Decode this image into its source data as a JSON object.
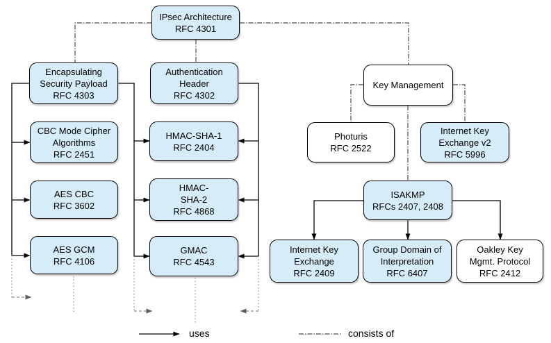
{
  "diagram": {
    "title": "IPsec Architecture RFC relationships",
    "nodes": {
      "ipsec": {
        "label": [
          "IPsec Architecture",
          "RFC 4301"
        ],
        "fill": "highlight"
      },
      "esp": {
        "label": [
          "Encapsulating",
          "Security Payload",
          "RFC 4303"
        ],
        "fill": "highlight"
      },
      "ah": {
        "label": [
          "Authentication",
          "Header",
          "RFC 4302"
        ],
        "fill": "highlight"
      },
      "cbc": {
        "label": [
          "CBC Mode Cipher",
          "Algorithms",
          "RFC 2451"
        ],
        "fill": "highlight"
      },
      "aescbc": {
        "label": [
          "AES CBC",
          "RFC 3602"
        ],
        "fill": "highlight"
      },
      "aesgcm": {
        "label": [
          "AES GCM",
          "RFC 4106"
        ],
        "fill": "highlight"
      },
      "hmacsha1": {
        "label": [
          "HMAC-SHA-1",
          "RFC 2404"
        ],
        "fill": "highlight"
      },
      "hmacsha2": {
        "label": [
          "HMAC-",
          "SHA-2",
          "RFC 4868"
        ],
        "fill": "highlight"
      },
      "gmac": {
        "label": [
          "GMAC",
          "RFC 4543"
        ],
        "fill": "highlight"
      },
      "km": {
        "label": [
          "Key Management"
        ],
        "fill": "plain"
      },
      "photuris": {
        "label": [
          "Photuris",
          "RFC 2522"
        ],
        "fill": "plain"
      },
      "ikev2": {
        "label": [
          "Internet Key",
          "Exchange v2",
          "RFC 5996"
        ],
        "fill": "highlight"
      },
      "isakmp": {
        "label": [
          "ISAKMP",
          "RFCs 2407, 2408"
        ],
        "fill": "highlight"
      },
      "ike": {
        "label": [
          "Internet Key",
          "Exchange",
          "RFC 2409"
        ],
        "fill": "highlight"
      },
      "gdoi": {
        "label": [
          "Group Domain of",
          "Interpretation",
          "RFC 6407"
        ],
        "fill": "highlight"
      },
      "oakley": {
        "label": [
          "Oakley Key",
          "Mgmt. Protocol",
          "RFC 2412"
        ],
        "fill": "plain"
      }
    },
    "legend": {
      "uses": "uses",
      "consists_of": "consists of"
    },
    "colors": {
      "node_fill_highlight": "#d6ecf9",
      "node_fill_plain": "#ffffff",
      "line": "#000000",
      "muted_line": "#888888"
    }
  }
}
